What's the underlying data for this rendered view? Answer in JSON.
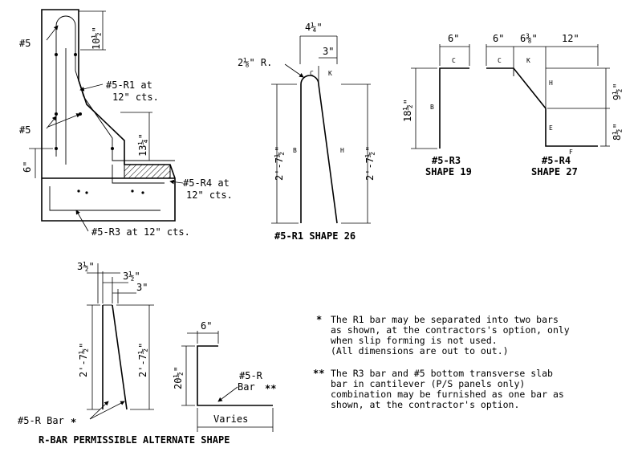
{
  "barrier": {
    "call_bar_top": "#5",
    "call_bar_mid": "#5",
    "r1_line1": "#5-R1 at",
    "r1_line2": "12\" cts.",
    "r4_line1": "#5-R4 at",
    "r4_line2": "12\" cts.",
    "r3_label": "#5-R3 at 12\" cts.",
    "dim_top": "10½\"",
    "dim_slope": "13¼\"",
    "dim_base": "6\""
  },
  "r1": {
    "dim_width": "4¼\"",
    "dim_radius": "2⅛\" R.",
    "dim_3": "3\"",
    "dim_b_len": "2'-7½\"",
    "dim_h_len": "2'-7½\"",
    "lbl_c": "C",
    "lbl_k": "K",
    "lbl_b": "B",
    "lbl_h": "H",
    "caption": "#5-R1 SHAPE 26"
  },
  "r3": {
    "dim_6": "6\"",
    "dim_18": "18½\"",
    "lbl_c": "C",
    "lbl_b": "B",
    "caption_1": "#5-R3",
    "caption_2": "SHAPE 19"
  },
  "r4": {
    "dim_6": "6\"",
    "dim_6_3_8": "6⅜\"",
    "dim_12": "12\"",
    "dim_9": "9½\"",
    "dim_8": "8½\"",
    "lbl_c": "C",
    "lbl_k": "K",
    "lbl_h": "H",
    "lbl_e": "E",
    "lbl_f": "F",
    "caption_1": "#5-R4",
    "caption_2": "SHAPE 27"
  },
  "alt": {
    "dim_3_5a": "3½\"",
    "dim_3_5b": "3½\"",
    "dim_3": "3\"",
    "dim_left": "2'-7½\"",
    "dim_right": "2'-7½\"",
    "rbar_label": "#5-R Bar",
    "star": "*",
    "dim_6": "6\"",
    "dim_20": "20½\"",
    "r_call_1": "#5-R",
    "r_call_2": "Bar",
    "star2": "**",
    "dim_varies": "Varies",
    "caption": "R-BAR PERMISSIBLE ALTERNATE SHAPE"
  },
  "notes": {
    "star1": "*",
    "note1": [
      "The R1 bar may be separated into two bars",
      "as shown, at the contractors's option, only",
      "when slip forming is not used.",
      "(All dimensions are out to out.)"
    ],
    "star2": "**",
    "note2": [
      "The R3 bar and #5 bottom transverse slab",
      "bar in cantilever (P/S panels only)",
      "combination may be furnished as one bar as",
      "shown, at the contractor's option."
    ]
  }
}
